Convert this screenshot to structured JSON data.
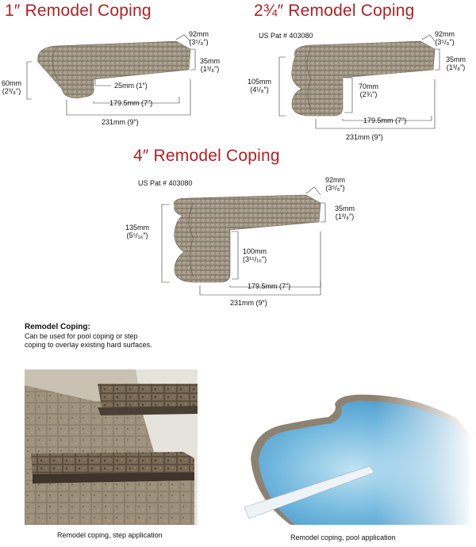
{
  "products": [
    {
      "title": "1″ Remodel Coping",
      "dims": {
        "width_top": "92mm",
        "width_top_in": "(3⁵/₈″)",
        "thickness": "35mm",
        "thickness_in": "(1³/₈″)",
        "height": "60mm",
        "height_in": "(2³/₈″)",
        "lip": "25mm (1″)",
        "inner": "179.5mm (7″)",
        "overall": "231mm (9″)"
      }
    },
    {
      "title": "2¾″ Remodel Coping",
      "patent": "US Pat # 403080",
      "dims": {
        "width_top": "92mm",
        "width_top_in": "(3⁵/₈″)",
        "thickness": "35mm",
        "thickness_in": "(1³/₈″)",
        "height": "105mm",
        "height_in": "(4¹/₈″)",
        "lip": "70mm",
        "lip_in": "(2¾″)",
        "inner": "179.5mm (7″)",
        "overall": "231mm (9″)"
      }
    },
    {
      "title": "4″ Remodel Coping",
      "patent": "US Pat # 403080",
      "dims": {
        "width_top": "92mm",
        "width_top_in": "(3⁵/₈″)",
        "thickness": "35mm",
        "thickness_in": "(1³/₈″)",
        "height": "135mm",
        "height_in": "(5⁵/₁₆″)",
        "lip": "100mm",
        "lip_in": "(3¹⁵/₁₆″)",
        "inner": "179.5mm (7″)",
        "overall": "231mm (9″)"
      }
    }
  ],
  "info": {
    "title": "Remodel Coping:",
    "body": "Can be used for pool coping or step coping to overlay existing hard surfaces."
  },
  "captions": {
    "step": "Remodel coping, step application",
    "pool": "Remodel coping, pool application"
  },
  "colors": {
    "title_red": "#b11f24",
    "stone": "#a39886",
    "stone_dark": "#7e7464",
    "water": "#6fb6dd"
  }
}
